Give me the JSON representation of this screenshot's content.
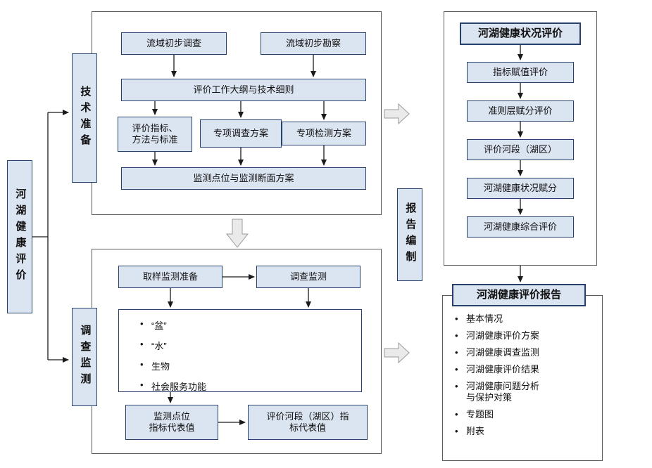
{
  "root": {
    "label": "河湖健康评价"
  },
  "stages": {
    "tech_prep_label": "技术准备",
    "survey_monitor_label": "调查监测",
    "report_label": "报告编制"
  },
  "tech_prep": {
    "preliminary_survey": "流域初步调查",
    "preliminary_recon": "流域初步勘察",
    "work_outline": "评价工作大纲与技术细则",
    "indicators_methods": "评价指标、\n方法与标准",
    "special_survey_plan": "专项调查方案",
    "special_test_plan": "专项检测方案",
    "monitoring_points_plan": "监测点位与监测断面方案"
  },
  "survey_monitor": {
    "sampling_prep": "取样监测准备",
    "survey_monitoring": "调查监测",
    "aspects": [
      "“盆”",
      "“水”",
      "生物",
      "社会服务功能"
    ],
    "point_indicator_values": "监测点位\n指标代表值",
    "reach_indicator_values": "评价河段（湖区）指\n标代表值"
  },
  "health_eval": {
    "header": "河湖健康状况评价",
    "steps": [
      "指标赋值评价",
      "准则层赋分评价",
      "评价河段（湖区）",
      "河湖健康状况赋分",
      "河湖健康综合评价"
    ]
  },
  "report": {
    "header": "河湖健康评价报告",
    "items": [
      "基本情况",
      "河湖健康评价方案",
      "河湖健康调查监测",
      "河湖健康评价结果",
      "河湖健康问题分析\n与保护对策",
      "专题图",
      "附表"
    ]
  },
  "colors": {
    "box_fill": "#dbe4f1",
    "box_border": "#27416b",
    "container_border": "#5a5a5a",
    "arrow": "#1a1a1a",
    "block_arrow_fill": "#eaeaea",
    "block_arrow_border": "#9a9a9a"
  }
}
